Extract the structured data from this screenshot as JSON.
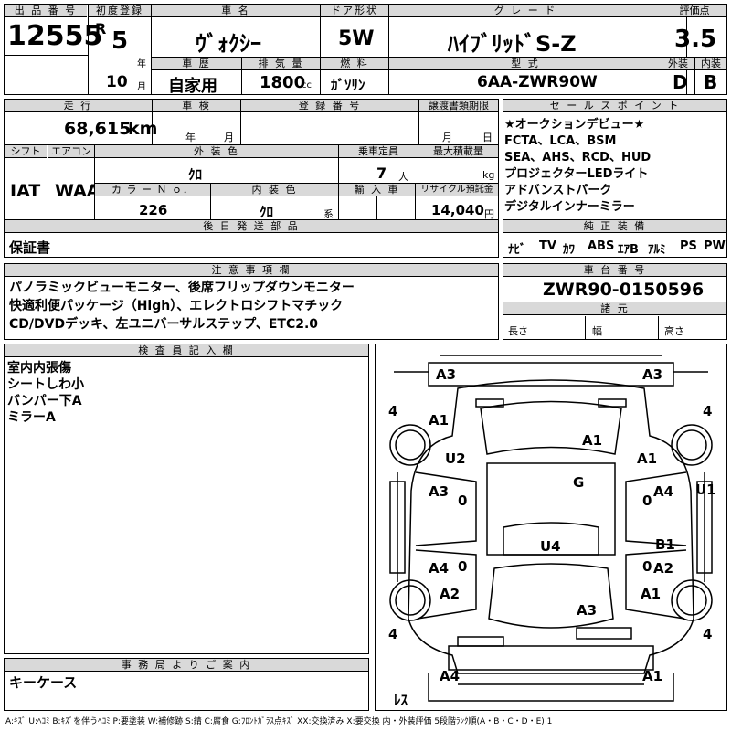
{
  "header": {
    "lot_label": "出 品 番 号",
    "lot": "12555",
    "first_reg_label": "初度登録",
    "era": "R",
    "year": "5",
    "year_unit": "年",
    "month": "10",
    "month_unit": "月",
    "name_label": "車 名",
    "name": "ｳﾞｫｸｼｰ",
    "door_label": "ドア形状",
    "door": "5W",
    "grade_label": "グ レ ー ド",
    "grade": "ﾊｲﾌﾞﾘｯﾄﾞS-Z",
    "score_label": "評価点",
    "score": "3.5",
    "history_label": "車 歴",
    "history": "自家用",
    "disp_label": "排 気 量",
    "disp": "1800",
    "disp_unit": "cc",
    "fuel_label": "燃 料",
    "fuel": "ｶﾞｿﾘﾝ",
    "model_label": "型 式",
    "model": "6AA-ZWR90W",
    "ext_label": "外装",
    "ext": "D",
    "int_label": "内装",
    "int": "B"
  },
  "row2": {
    "mileage_label": "走 行",
    "mileage": "68,615",
    "mileage_unit": "km",
    "shaken_label": "車 検",
    "shaken_year": "年",
    "shaken_month": "月",
    "plate_label": "登 録 番 号",
    "transfer_label": "譲渡書類期限",
    "transfer_month": "月",
    "transfer_day": "日",
    "shift_label": "シフト",
    "shift": "IAT",
    "ac_label": "エアコン",
    "ac": "WAA",
    "color_label": "外 装 色",
    "color": "ｸﾛ",
    "seats_label": "乗車定員",
    "seats": "7",
    "seats_unit": "人",
    "load_label": "最大積載量",
    "load_unit": "kg",
    "colorno_label": "カ ラ ー Ｎ ｏ．",
    "colorno": "226",
    "intcolor_label": "内 装 色",
    "intcolor": "ｸﾛ",
    "intcolor_unit": "系",
    "import_label": "輸 入 車",
    "recycle_label": "リサイクル預託金",
    "recycle": "14,040",
    "recycle_unit": "円",
    "later_label": "後 日 発 送 部 品",
    "later": "保証書"
  },
  "sales": {
    "label": "セ ー ル ス ポ イ ン ト",
    "lines": [
      "★オークションデビュー★",
      "FCTA、LCA、BSM",
      "SEA、AHS、RCD、HUD",
      "プロジェクターLEDライト",
      "アドバンストパーク",
      "デジタルインナーミラー"
    ],
    "equip_label": "純 正 装 備",
    "equip": [
      "ﾅﾋﾞ",
      "TV",
      "ｶﾜ",
      "ABS",
      "ｴｱB",
      "ｱﾙﾐ",
      "PS",
      "PW"
    ]
  },
  "notes": {
    "label": "注 意 事 項 欄",
    "lines": [
      "パノラミックビューモニター、後席フリップダウンモニター",
      "快適利便パッケージ（High）、エレクトロシフトマチック",
      "CD/DVDデッキ、左ユニバーサルステップ、ETC2.0"
    ]
  },
  "chassis": {
    "label": "車 台 番 号",
    "value": "ZWR90-0150596",
    "dims_label": "諸 元",
    "length": "長さ",
    "width": "幅",
    "height": "高さ"
  },
  "inspector": {
    "label": "検 査 員 記 入 欄",
    "lines": [
      "室内内張傷",
      "シートしわ小",
      "バンパー下A",
      "ミラーA"
    ]
  },
  "office": {
    "label": "事 務 局 よ り ご 案 内",
    "lines": [
      "キーケース"
    ]
  },
  "diagram": {
    "marks": [
      "A3",
      "A3",
      "4",
      "4",
      "A1",
      "A1",
      "U2",
      "A1",
      "G",
      "A3",
      "A4",
      "U1",
      "U4",
      "B1",
      "A4",
      "A2",
      "A2",
      "A1",
      "A3",
      "4",
      "4",
      "A4",
      "A1"
    ],
    "rest": "ﾚｽ"
  },
  "legend": "A:ｷｽﾞ U:ﾍｺﾐ B:ｷｽﾞを伴うﾍｺﾐ P:要塗装 W:補修跡 S:錆 C:腐食 G:ﾌﾛﾝﾄｶﾞﾗｽ点ｷｽﾞ XX:交換済み X:要交換 内・外装評価 5段階ﾗﾝｸ順(A・B・C・D・E) 1"
}
